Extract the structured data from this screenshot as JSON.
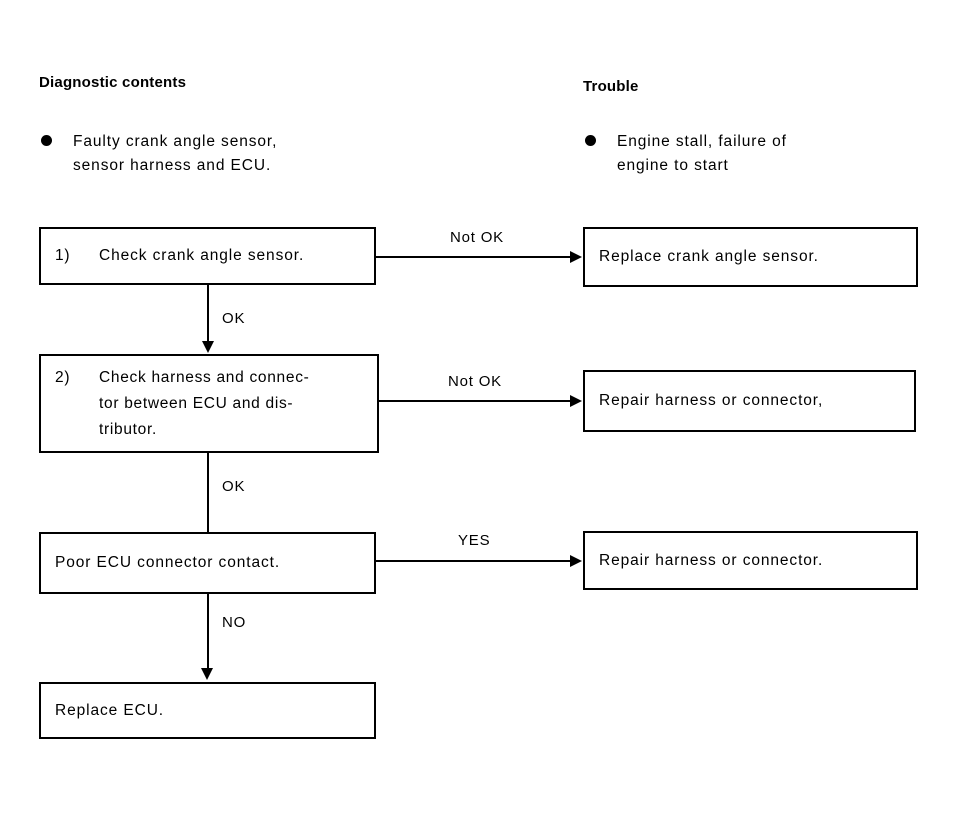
{
  "columns": {
    "diagnostic": {
      "heading": "Diagnostic contents",
      "bullet": "Faulty crank angle sensor,\nsensor harness and ECU."
    },
    "trouble": {
      "heading": "Trouble",
      "bullet": "Engine stall, failure of\nengine to start"
    }
  },
  "flow": {
    "steps": [
      {
        "number": "1)",
        "text": "Check crank angle sensor.",
        "branch_label": "Not OK",
        "branch_result": "Replace crank angle sensor.",
        "pass_label": "OK"
      },
      {
        "number": "2)",
        "text": "Check harness and connec-\ntor between ECU and dis-\ntributor.",
        "branch_label": "Not OK",
        "branch_result": "Repair harness or connector,",
        "pass_label": "OK"
      },
      {
        "number": "",
        "text": "Poor ECU connector contact.",
        "branch_label": "YES",
        "branch_result": "Repair harness or connector.",
        "pass_label": "NO"
      },
      {
        "number": "",
        "text": "Replace ECU.",
        "branch_label": "",
        "branch_result": "",
        "pass_label": ""
      }
    ]
  },
  "colors": {
    "ink": "#000000",
    "paper": "#ffffff"
  }
}
